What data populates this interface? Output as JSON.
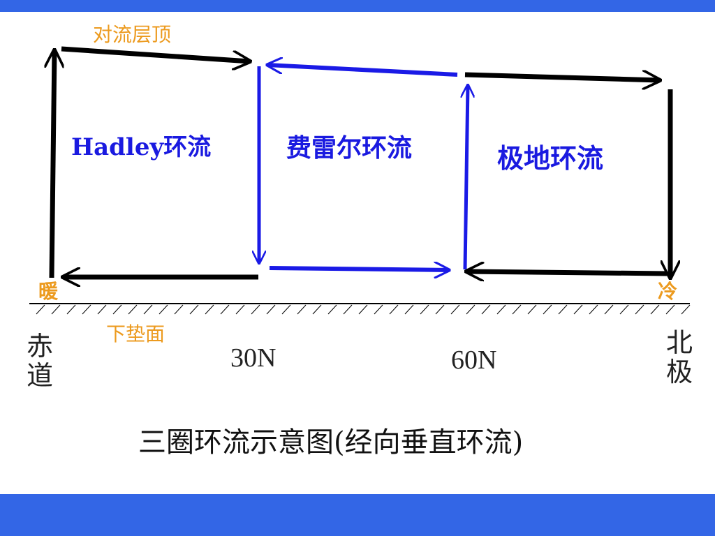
{
  "labels": {
    "tropopause": "对流层顶",
    "surface": "下垫面",
    "warm": "暖",
    "cold": "冷",
    "equator": "赤道",
    "north_pole": "北极",
    "lat30": "30N",
    "lat60": "60N"
  },
  "cells": {
    "hadley": "Hadley环流",
    "ferrel": "费雷尔环流",
    "polar": "极地环流"
  },
  "caption": "三圈环流示意图(经向垂直环流)",
  "colors": {
    "frame_bar": "#3366e6",
    "hadley_polar_arrows": "#000000",
    "ferrel_arrows": "#1a1ae6",
    "cell_text": "#1a1ae0",
    "annotation": "#ec9a1e"
  }
}
